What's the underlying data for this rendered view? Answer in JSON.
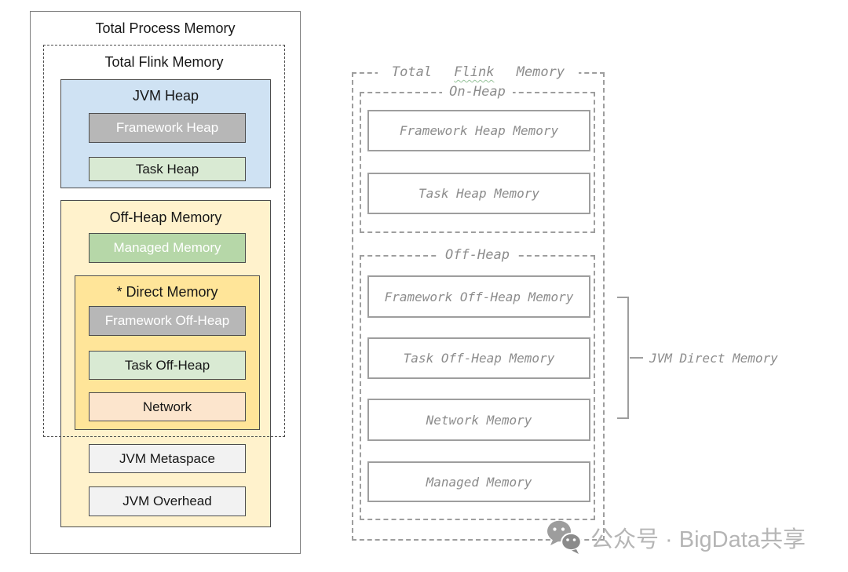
{
  "left_diagram": {
    "total_process_memory": "Total Process Memory",
    "total_flink_memory": "Total Flink Memory",
    "jvm_heap": "JVM Heap",
    "framework_heap": "Framework Heap",
    "task_heap": "Task Heap",
    "off_heap_memory": "Off-Heap Memory",
    "managed_memory": "Managed Memory",
    "direct_memory": "* Direct Memory",
    "framework_off_heap": "Framework Off-Heap",
    "task_off_heap": "Task Off-Heap",
    "network": "Network",
    "jvm_metaspace": "JVM Metaspace",
    "jvm_overhead": "JVM Overhead",
    "colors": {
      "jvm_heap_bg": "#cfe2f3",
      "framework_heap_bg": "#b7b7b7",
      "task_heap_bg": "#d9ead3",
      "off_heap_bg": "#fff2cc",
      "managed_bg": "#b6d7a8",
      "direct_bg": "#ffe599",
      "framework_off_heap_bg": "#b7b7b7",
      "task_off_heap_bg": "#d9ead3",
      "network_bg": "#fce5cd",
      "jvm_metaspace_bg": "#f2f2f2",
      "jvm_overhead_bg": "#f2f2f2"
    }
  },
  "right_diagram": {
    "flink_title_pre": "Total ",
    "flink_title_word": "Flink",
    "flink_title_post": " Memory",
    "on_heap_title": "On-Heap",
    "off_heap_title": "Off-Heap",
    "framework_heap_memory": "Framework Heap Memory",
    "task_heap_memory": "Task Heap Memory",
    "framework_off_heap_memory": "Framework Off-Heap Memory",
    "task_off_heap_memory": "Task Off-Heap Memory",
    "network_memory": "Network Memory",
    "managed_memory": "Managed Memory",
    "bracket_label": "JVM Direct Memory",
    "line_color": "#9e9e9e",
    "text_color": "#8c8c8c"
  },
  "watermark": {
    "icon": "wechat-icon",
    "text": "公众号 · BigData共享",
    "color": "#b5b5b5"
  }
}
